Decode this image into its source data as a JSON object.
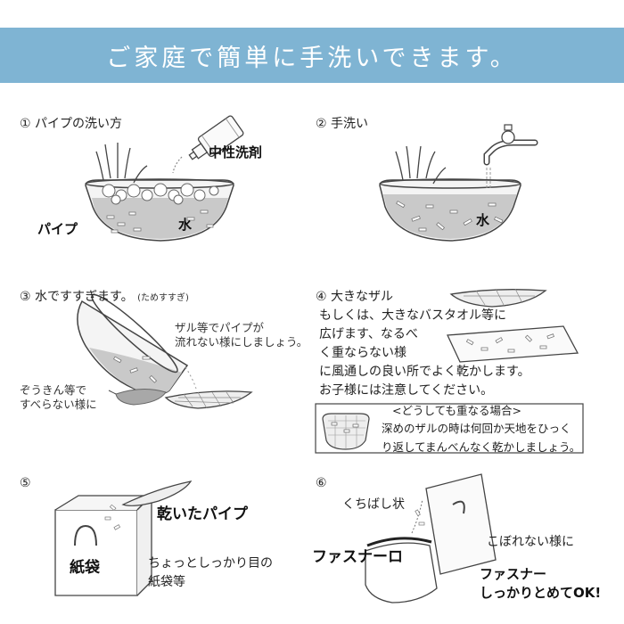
{
  "banner": {
    "title": "ご家庭で簡単に手洗いできます。"
  },
  "step1": {
    "number": "①",
    "title": "パイプの洗い方",
    "detergent_label": "中性洗剤",
    "pipe_label": "パイプ",
    "water_label": "水"
  },
  "step2": {
    "number": "②",
    "title": "手洗い",
    "water_label": "水"
  },
  "step3": {
    "number": "③",
    "title": "水ですすぎます。",
    "title_small": "(ためすすぎ)",
    "colander_note_line1": "ザル等でパイプが",
    "colander_note_line2": "流れない様にしましょう。",
    "cloth_note_line1": "ぞうきん等で",
    "cloth_note_line2": "すべらない様に"
  },
  "step4": {
    "number": "④",
    "title": "大きなザル",
    "body_lines": [
      "もしくは、大きなバスタオル等に",
      "広げます、なるべ",
      "く重ならない様",
      "に風通しの良い所でよく乾かします。",
      "お子様には注意してください。"
    ],
    "box_heading": "<どうしても重なる場合>",
    "box_lines": [
      "深めのザルの時は何回か天地をひっく",
      "り返してまんべんなく乾かしましょう。"
    ]
  },
  "step5": {
    "number": "⑤",
    "dried_pipe_label": "乾いたパイプ",
    "bag_label": "紙袋",
    "bag_note_line1": "ちょっとしっかり目の",
    "bag_note_line2": "紙袋等"
  },
  "step6": {
    "number": "⑥",
    "beak_label": "くちばし状",
    "fastener_label": "ファスナーロ",
    "no_spill_label": "こぼれない様に",
    "close_label_line1": "ファスナー",
    "close_label_line2": "しっかりとめてOK!"
  },
  "colors": {
    "banner": "#7fb4d3",
    "banner_text": "#ffffff",
    "water": "#c9c9c9",
    "line": "#444444"
  }
}
